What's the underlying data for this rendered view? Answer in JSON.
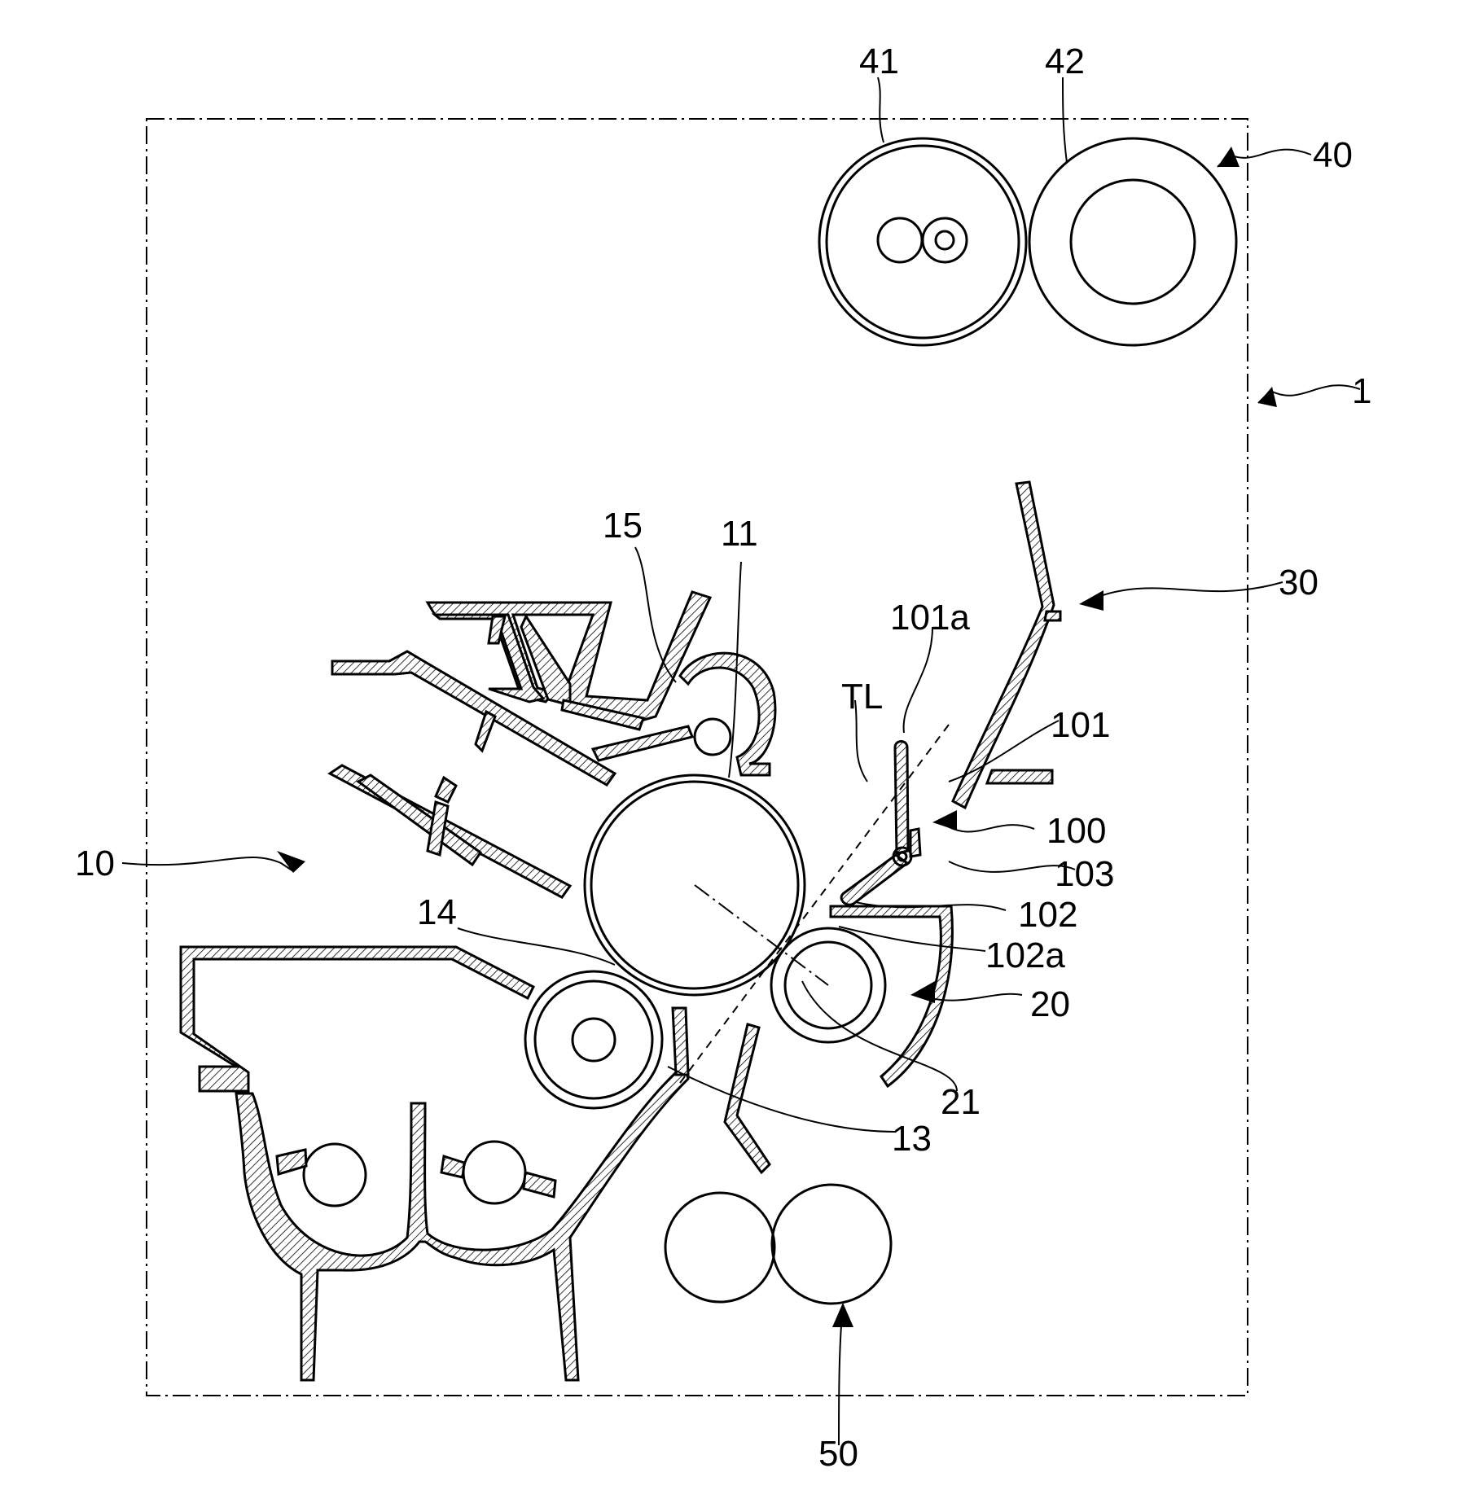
{
  "labels": {
    "frame": "1",
    "developing_unit": "10",
    "photo_drum": "11",
    "supply_roller": "13",
    "nip_14": "14",
    "blade_15": "15",
    "transfer_unit": "20",
    "transfer_roller": "21",
    "guide_30": "30",
    "fuser": "40",
    "heat_roller": "41",
    "press_roller": "42",
    "feed_rollers": "50",
    "switch_assembly": "100",
    "lever": "101",
    "lever_tip": "101a",
    "arm": "102",
    "arm_end": "102a",
    "pivot": "103",
    "tangent_line": "TL"
  },
  "colors": {
    "line": "#000000",
    "background": "#ffffff"
  }
}
